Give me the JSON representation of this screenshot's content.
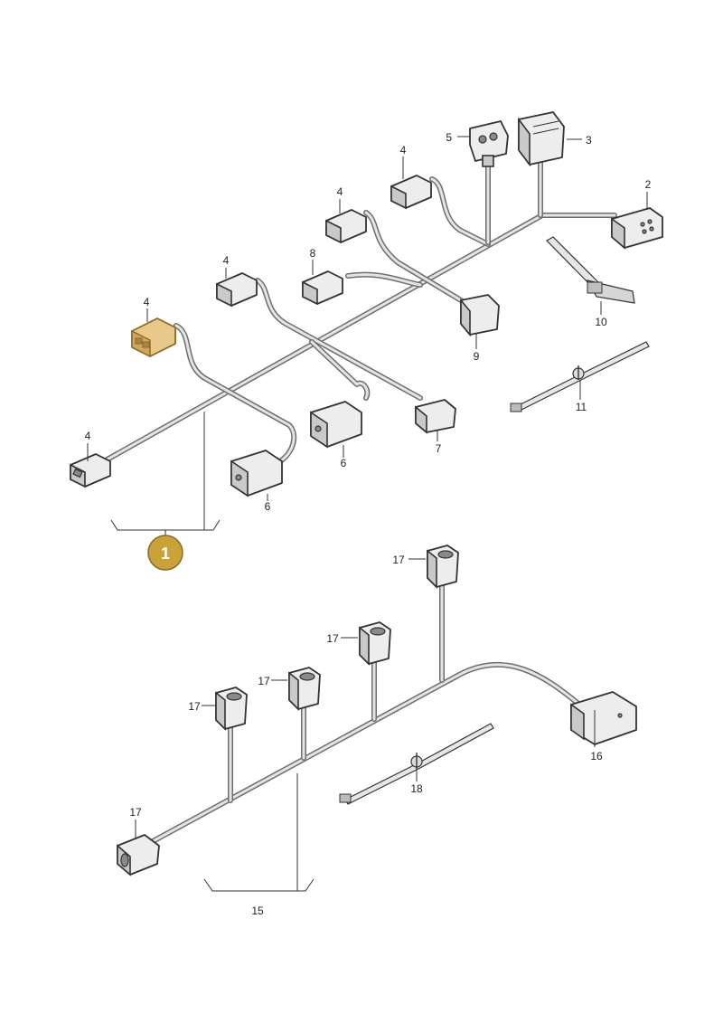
{
  "labels": {
    "n1": "1",
    "n2": "2",
    "n3": "3",
    "n4a": "4",
    "n4b": "4",
    "n4c": "4",
    "n4d": "4",
    "n4e": "4",
    "n5": "5",
    "n6a": "6",
    "n6b": "6",
    "n7": "7",
    "n8": "8",
    "n9": "9",
    "n10": "10",
    "n11": "11",
    "n15": "15",
    "n16": "16",
    "n17a": "17",
    "n17b": "17",
    "n17c": "17",
    "n17d": "17",
    "n17e": "17",
    "n18": "18"
  },
  "colors": {
    "badge_fill": "#c9a23a",
    "highlight_part": "#e9c98a"
  }
}
